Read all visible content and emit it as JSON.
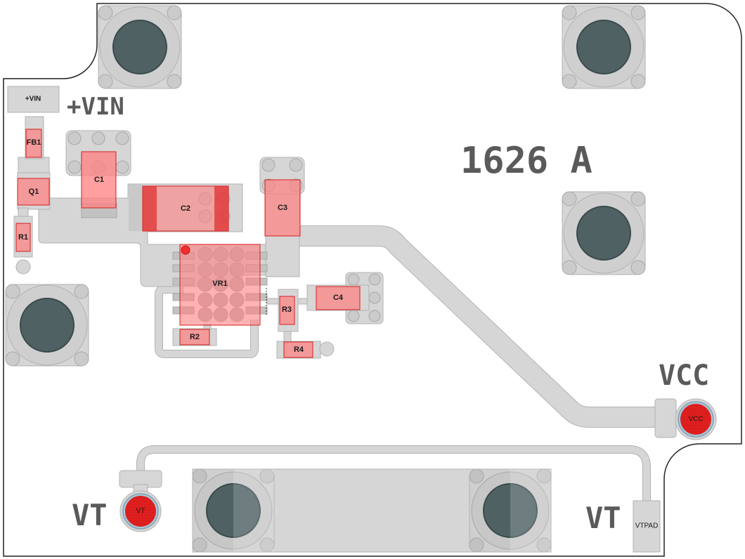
{
  "board": {
    "title": "1626 A",
    "colors": {
      "copper": "#d6d6d6",
      "copper_stroke": "#b3b3b3",
      "hole": "#4f6163",
      "part": "#ff7f7f",
      "part_stroke": "#d42020",
      "testpoint": "#e01f1f",
      "outline": "#222222"
    }
  },
  "silkscreen": {
    "vin": "+VIN",
    "vcc": "VCC",
    "vt_left": "VT",
    "vt_right": "VT"
  },
  "pads": {
    "vin_pad": "+VIN",
    "vtpad": "VTPAD",
    "vcc_tp": "VCC",
    "vt_tp": "VT"
  },
  "components": {
    "fb1": "FB1",
    "q1": "Q1",
    "r1": "R1",
    "c1": "C1",
    "c2": "C2",
    "c3": "C3",
    "c4": "C4",
    "vr1": "VR1",
    "r2": "R2",
    "r3": "R3",
    "r4": "R4"
  }
}
